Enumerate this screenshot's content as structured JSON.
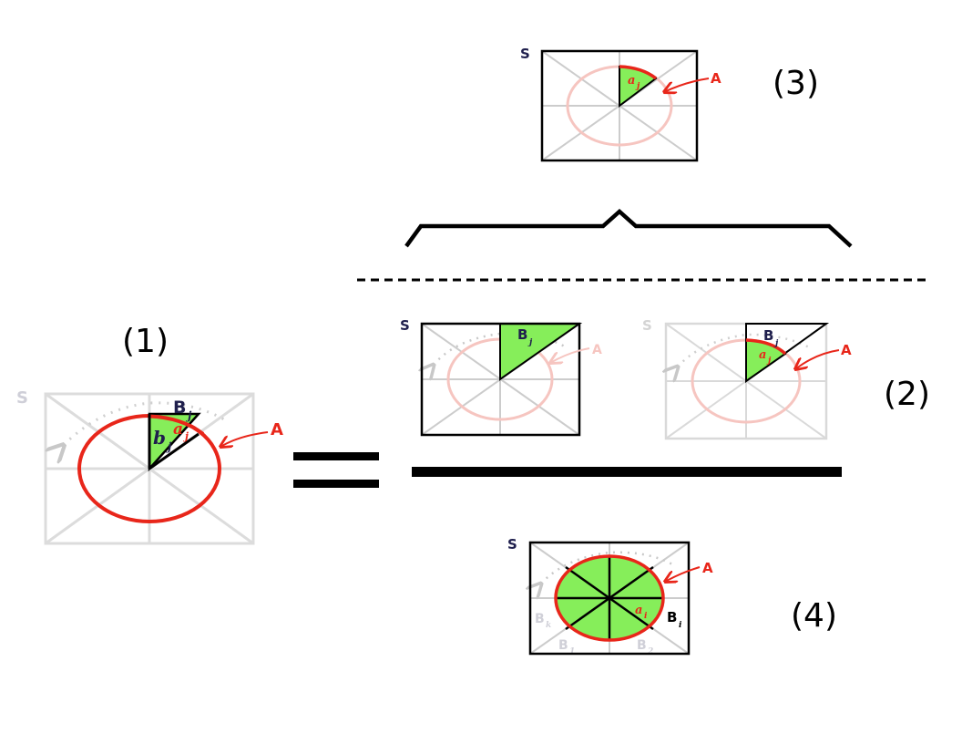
{
  "tags": {
    "one": "(1)",
    "two": "(2)",
    "three": "(3)",
    "four": "(4)"
  },
  "labels": {
    "S": "S",
    "A": "A",
    "B": "B",
    "b": "b",
    "a": "a",
    "sub_j": "j",
    "sub_i": "i",
    "sub_k": "k",
    "sub_1": "1",
    "sub_2": "2"
  },
  "colors": {
    "ellipse": "#e8261a",
    "ellipse_faded": "#f6c5c0",
    "sector": "#86ee5a",
    "frame": "#000000",
    "frame_faded": "#d9d9d9",
    "label_dark": "#1f1f4d",
    "grid": "#bfbfbf"
  }
}
